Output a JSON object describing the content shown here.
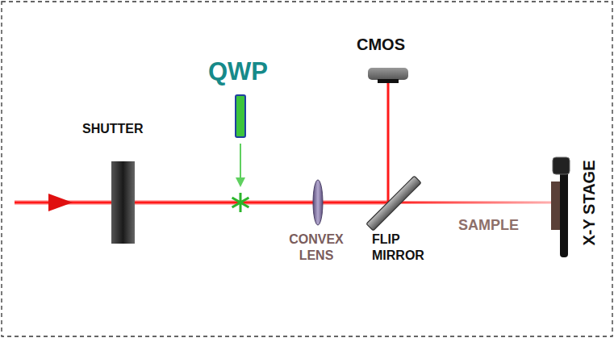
{
  "diagram": {
    "labels": [
      "CMOS",
      "QWP",
      "SHUTTER",
      "CONVEX LENS",
      "FLIP MIRROR",
      "SAMPLE",
      "X-Y STAGE"
    ]
  }
}
